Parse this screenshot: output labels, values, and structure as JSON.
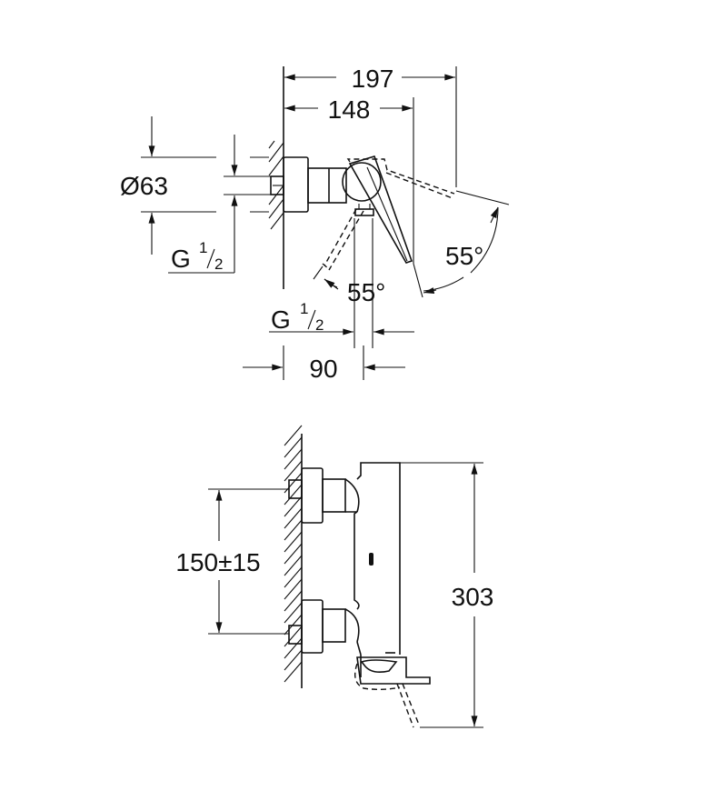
{
  "top_view": {
    "dim_overall_depth": "197",
    "dim_lever_depth": "148",
    "dim_escutcheon_diameter": "Ø63",
    "dim_thread_side": {
      "letter": "G",
      "num": "1",
      "den": "2"
    },
    "dim_thread_bottom": {
      "letter": "G",
      "num": "1",
      "den": "2"
    },
    "angle_right": "55°",
    "angle_left": "55°",
    "dim_outlet_distance": "90"
  },
  "front_view": {
    "dim_inlet_spacing": "150±15",
    "dim_height": "303"
  }
}
